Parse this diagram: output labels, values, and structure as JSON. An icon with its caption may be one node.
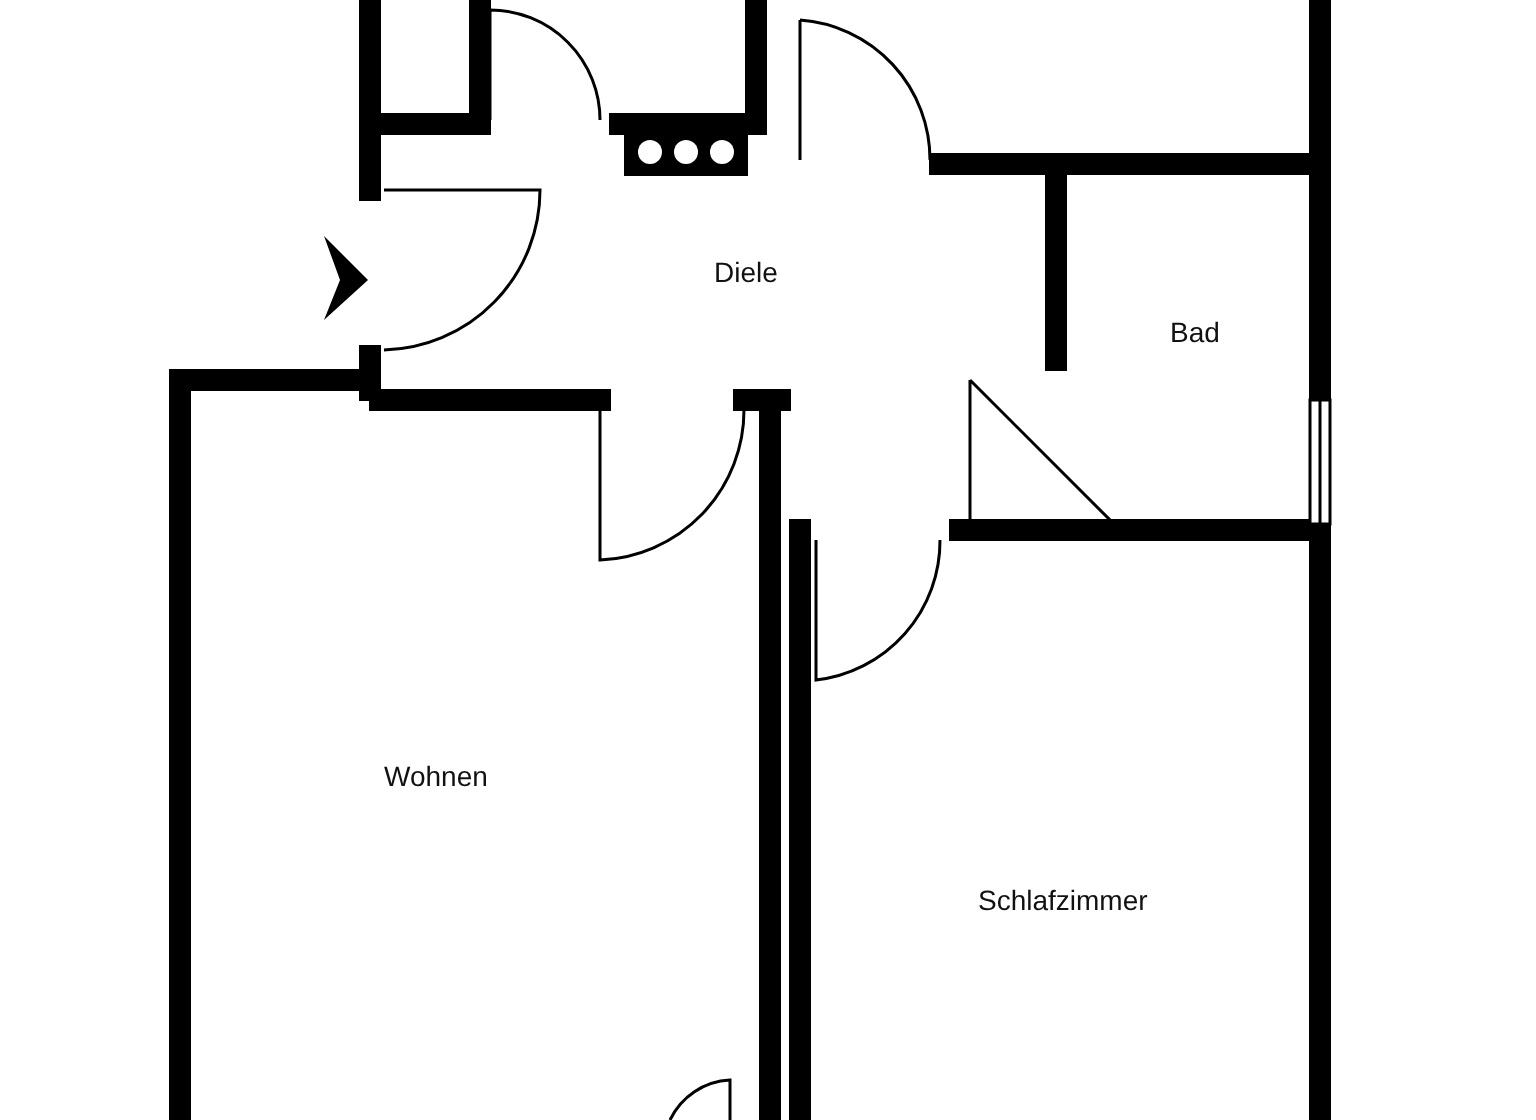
{
  "diagram": {
    "labels": [
      "Diele",
      "Bad",
      "Wohnen",
      "Schlafzimmer"
    ]
  }
}
